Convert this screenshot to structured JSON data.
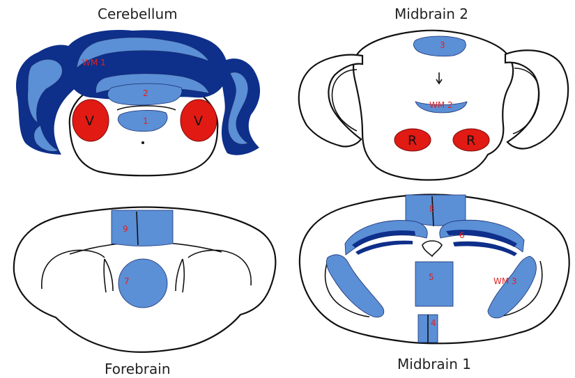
{
  "titles": {
    "cerebellum": "Cerebellum",
    "midbrain2": "Midbrain 2",
    "forebrain": "Forebrain",
    "midbrain1": "Midbrain 1"
  },
  "labels": {
    "wm1": "WM 1",
    "wm2": "WM 2",
    "wm3": "WM 3",
    "r1": "1",
    "r2": "2",
    "r3": "3",
    "r4": "4",
    "r5": "5",
    "r6": "6",
    "r7": "7",
    "r8": "8",
    "r9": "9",
    "v_left": "V",
    "v_right": "V",
    "r_left": "R",
    "r_right": "R"
  },
  "colors": {
    "light_blue": "#5b8fd6",
    "dark_blue": "#0e2f8a",
    "red": "#e11a14"
  }
}
